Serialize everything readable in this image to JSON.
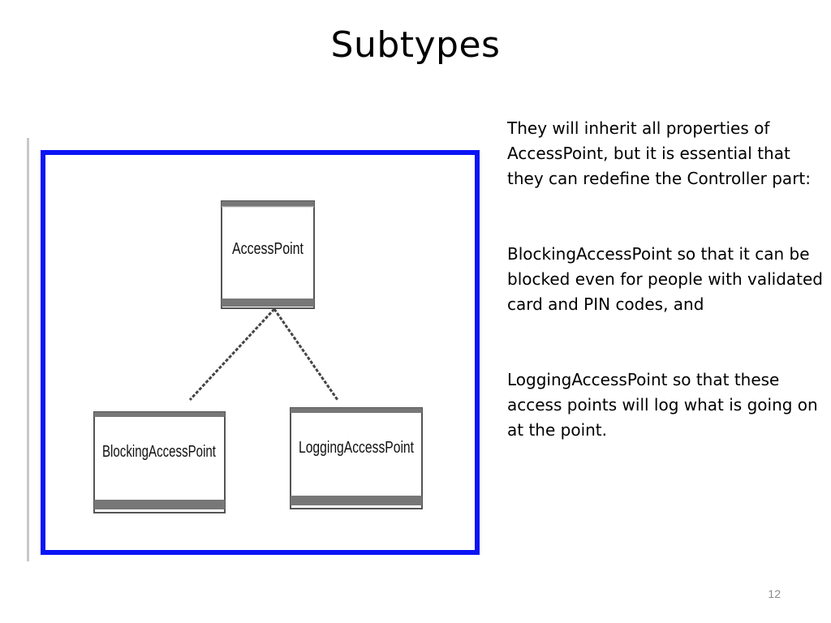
{
  "slide": {
    "title": "Subtypes",
    "page_number": "12"
  },
  "diagram": {
    "classes": {
      "parent": "AccessPoint",
      "left_child": "BlockingAccessPoint",
      "right_child": "LoggingAccessPoint"
    },
    "colors": {
      "frame": "#0a14f5",
      "box_border": "#555555",
      "box_bar": "#777777"
    }
  },
  "body": {
    "paragraphs": [
      "They will inherit all properties of AccessPoint, but it is essential that they can redefine the Controller part:",
      "BlockingAccessPoint so that it can be blocked even for people with validated card and PIN codes, and",
      "LoggingAccessPoint so that these access points will log what is going on at the point."
    ]
  }
}
